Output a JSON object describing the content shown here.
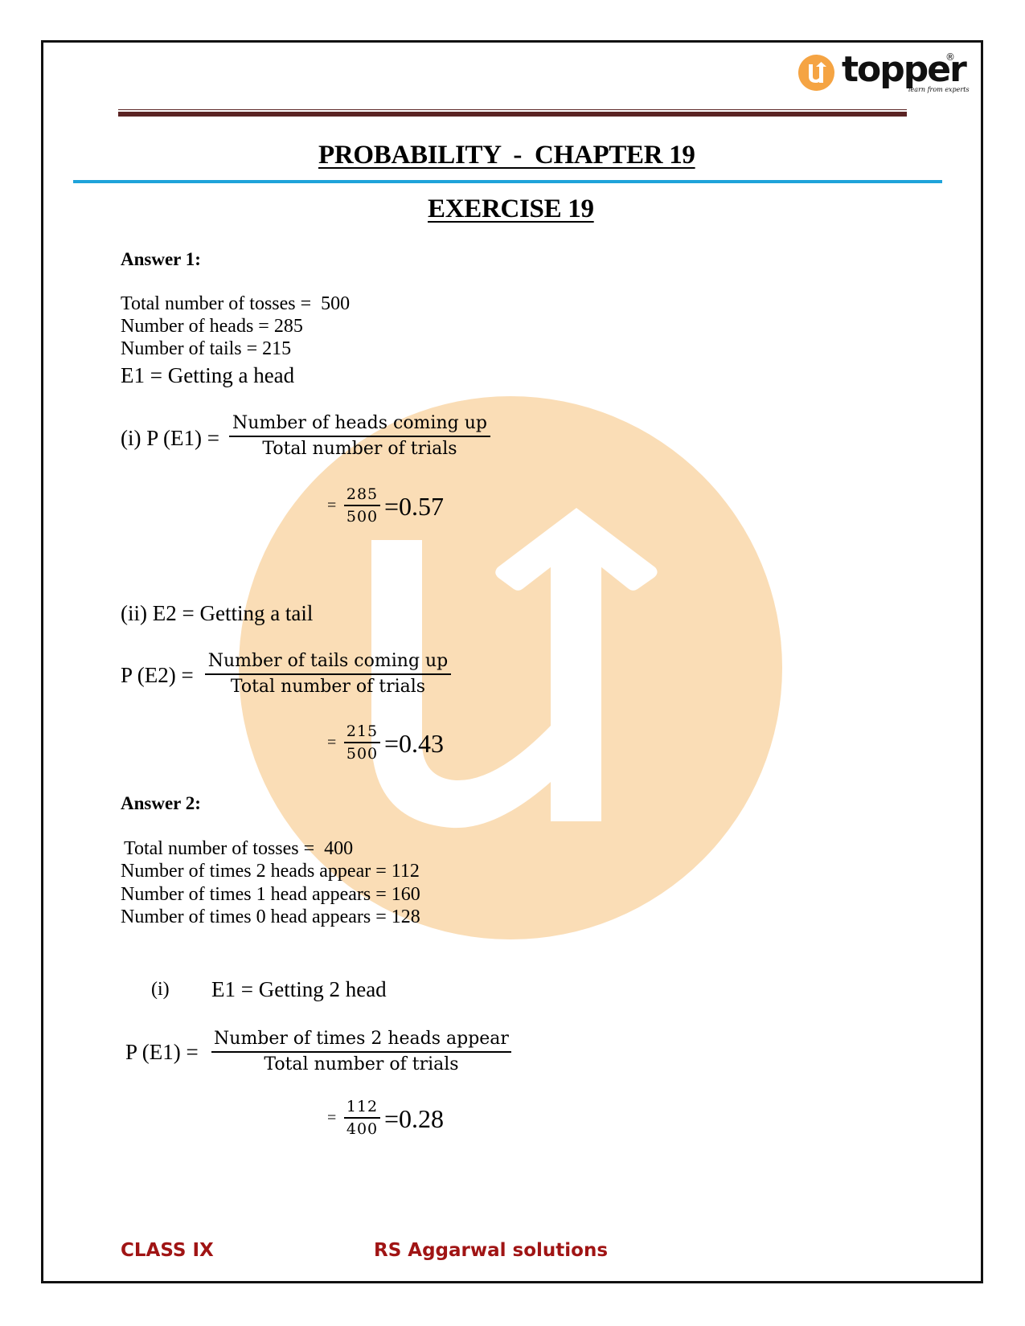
{
  "header": {
    "logo": {
      "brand": "topper",
      "registered": "®",
      "tagline": "learn from experts",
      "icon": "u-arrow-logo-icon",
      "color": "#F5A443"
    },
    "chapter_title": "PROBABILITY  -  CHAPTER 19",
    "exercise_title": "EXERCISE 19",
    "rule_colors": {
      "top_rule": "#5A2323",
      "blue_rule": "#1FA3DA"
    }
  },
  "answer1": {
    "heading": "Answer 1:",
    "givens": [
      "Total number of tosses =  500",
      "Number of heads = 285",
      "Number of tails = 215"
    ],
    "event1": "E1 = Getting a head",
    "part_i": {
      "lhs": "(i) P (E1) =",
      "numerator": "Number of heads coming up",
      "denominator": "Total number of trials",
      "eq_prefix": "=",
      "value_num": "285",
      "value_den": "500",
      "result": "=0.57"
    },
    "part_ii": {
      "event": "(ii) E2 = Getting a tail",
      "lhs": "P (E2) =",
      "numerator": "Number of tails coming up",
      "denominator": "Total number of trials",
      "eq_prefix": "=",
      "value_num": "215",
      "value_den": "500",
      "result": "=0.43"
    }
  },
  "answer2": {
    "heading": "Answer 2:",
    "givens": [
      "Total number of tosses =  400",
      "Number of times 2 heads appear = 112",
      "Number of times 1 head appears = 160",
      "Number of times 0 head appears = 128"
    ],
    "part_i": {
      "label": "(i)",
      "event": "E1 = Getting 2 head",
      "lhs": "P (E1) =",
      "numerator": "Number of times 2 heads appear",
      "denominator": "Total number of trials",
      "eq_prefix": "=",
      "value_num": "112",
      "value_den": "400",
      "result": "=0.28"
    }
  },
  "footer": {
    "class_label": "CLASS IX",
    "book_label": "RS Aggarwal solutions",
    "color": "#A01414"
  },
  "watermark": {
    "icon": "u-arrow-watermark-icon",
    "color": "#FADDB6"
  }
}
